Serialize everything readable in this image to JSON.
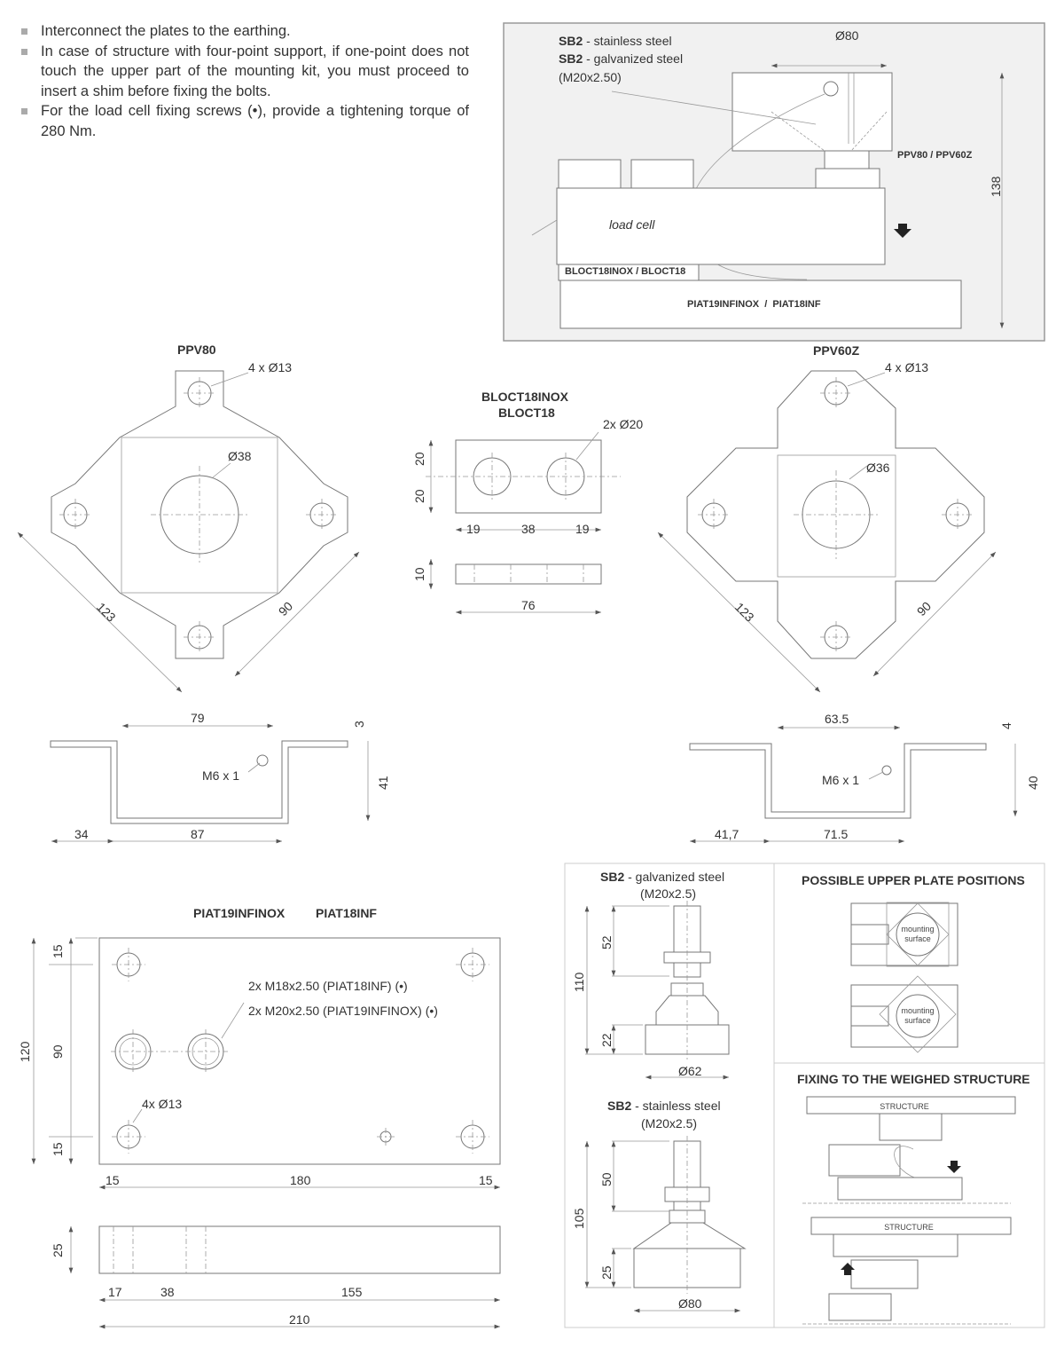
{
  "notes": [
    "Interconnect the plates to the earthing.",
    "In case of structure with four-point support, if one-point does not touch the upper part of the mounting kit, you must proceed to insert a shim before fixing the bolts.",
    "For the load cell fixing screws (•), provide a tightening torque of 280 Nm."
  ],
  "assembly": {
    "sb2_bold": "SB2",
    "sb2_stainless": " - stainless steel",
    "sb2_galvanized": " - galvanized steel",
    "thread": "(M20x2.50)",
    "diameter": "Ø80",
    "plate_label": "PPV80 / PPV60Z",
    "height": "138",
    "load_cell": "load cell",
    "block_label": "BLOCT18INOX / BLOCT18",
    "base_label": "PIAT19INFINOX  /  PIAT18INF"
  },
  "ppv80": {
    "title": "PPV80",
    "holes": "4 x Ø13",
    "center_hole": "Ø38",
    "diag1": "123",
    "diag2": "90",
    "top_width": "79",
    "thickness": "3",
    "height": "41",
    "thread": "M6 x 1",
    "flange": "34",
    "width": "87"
  },
  "bloct": {
    "title1": "BLOCT18INOX",
    "title2": "BLOCT18",
    "holes": "2x Ø20",
    "h1": "20",
    "h2": "20",
    "w1": "19",
    "w2": "38",
    "w3": "19",
    "thickness": "10",
    "length": "76"
  },
  "ppv60z": {
    "title": "PPV60Z",
    "holes": "4 x Ø13",
    "center_hole": "Ø36",
    "diag1": "123",
    "diag2": "90",
    "top_width": "63.5",
    "thickness": "4",
    "height": "40",
    "thread": "M6 x 1",
    "flange": "41,7",
    "width": "71.5"
  },
  "piat": {
    "title1": "PIAT19INFINOX",
    "title2": "PIAT18INF",
    "thread1": "2x M18x2.50 (PIAT18INF) (•)",
    "thread2": "2x M20x2.50 (PIAT19INFINOX) (•)",
    "holes": "4x Ø13",
    "v_top": "15",
    "v_mid": "90",
    "v_bot": "15",
    "v_total": "120",
    "h_left": "15",
    "h_mid": "180",
    "h_right": "15",
    "thickness": "25",
    "s1": "17",
    "s2": "38",
    "s3": "155",
    "length": "210"
  },
  "sb2_galv": {
    "bold": "SB2",
    "title": " - galvanized steel",
    "thread": "(M20x2.5)",
    "thread_len": "52",
    "total": "110",
    "base_h": "22",
    "diameter": "Ø62"
  },
  "sb2_inox": {
    "bold": "SB2",
    "title": " - stainless steel",
    "thread": "(M20x2.5)",
    "thread_len": "50",
    "total": "105",
    "base_h": "25",
    "diameter": "Ø80"
  },
  "positions": {
    "title": "POSSIBLE UPPER PLATE POSITIONS",
    "mount1a": "mounting",
    "mount1b": "surface",
    "mount2a": "mounting",
    "mount2b": "surface"
  },
  "fixing": {
    "title": "FIXING TO THE WEIGHED STRUCTURE",
    "structure1": "STRUCTURE",
    "structure2": "STRUCTURE"
  }
}
